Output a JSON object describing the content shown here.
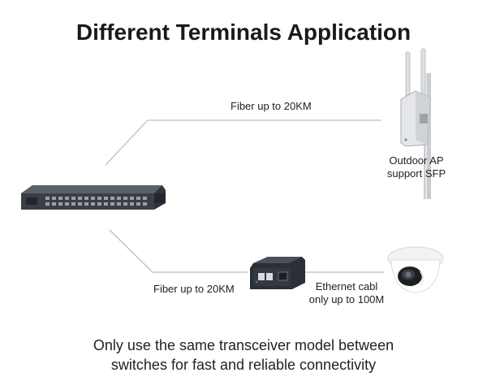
{
  "title": "Different Terminals Application",
  "links": {
    "top_fiber": "Fiber up to 20KM",
    "bottom_fiber": "Fiber up to 20KM",
    "ethernet_line1": "Ethernet cabl",
    "ethernet_line2": "only up to 100M"
  },
  "devices": {
    "outdoor_ap_line1": "Outdoor AP",
    "outdoor_ap_line2": "support SFP"
  },
  "footer": {
    "line1": "Only use the same transceiver model between",
    "line2": "switches for fast and reliable connectivity"
  },
  "colors": {
    "line": "#c8c8c8",
    "switch_body": "#3a3f47",
    "converter_body": "#2b2f36"
  },
  "icons": [
    "network-switch-icon",
    "outdoor-ap-icon",
    "media-converter-icon",
    "dome-camera-icon"
  ]
}
